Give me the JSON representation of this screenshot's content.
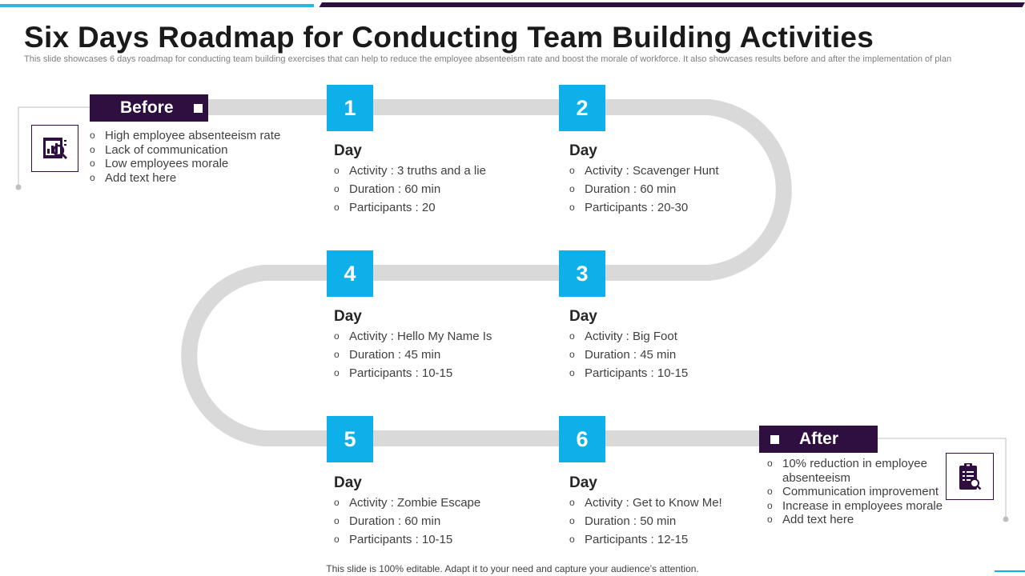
{
  "header": {
    "title": "Six Days Roadmap for Conducting Team Building Activities",
    "subtitle": "This slide showcases 6 days roadmap for conducting team building exercises that can help to reduce the employee absenteeism rate and boost the morale of workforce. It also showcases results before and after the implementation of plan"
  },
  "colors": {
    "accent_blue": "#0db0e8",
    "dark_purple": "#2e0f3f",
    "road_gray": "#d9d9d9"
  },
  "before": {
    "label": "Before",
    "icon": "analytics-magnifier-icon",
    "items": [
      "High employee absenteeism rate",
      "Lack of communication",
      "Low employees morale",
      "Add text here"
    ]
  },
  "after": {
    "label": "After",
    "icon": "clipboard-search-icon",
    "items": [
      "10% reduction in employee absenteeism",
      "Communication improvement",
      "Increase in employees morale",
      "Add text here"
    ]
  },
  "days": [
    {
      "number": "1",
      "title": "Day",
      "activity": "Activity : 3 truths and a lie",
      "duration": "Duration : 60 min",
      "participants": "Participants : 20"
    },
    {
      "number": "2",
      "title": "Day",
      "activity": "Activity : Scavenger Hunt",
      "duration": "Duration : 60 min",
      "participants": "Participants : 20-30"
    },
    {
      "number": "3",
      "title": "Day",
      "activity": "Activity : Big Foot",
      "duration": "Duration : 45 min",
      "participants": "Participants : 10-15"
    },
    {
      "number": "4",
      "title": "Day",
      "activity": "Activity : Hello My Name Is",
      "duration": "Duration : 45 min",
      "participants": "Participants : 10-15"
    },
    {
      "number": "5",
      "title": "Day",
      "activity": "Activity : Zombie Escape",
      "duration": "Duration : 60 min",
      "participants": "Participants : 10-15"
    },
    {
      "number": "6",
      "title": "Day",
      "activity": "Activity : Get to Know Me!",
      "duration": "Duration : 50 min",
      "participants": "Participants : 12-15"
    }
  ],
  "footer": {
    "text": "This slide is 100% editable. Adapt it to your need and capture your audience’s attention."
  }
}
